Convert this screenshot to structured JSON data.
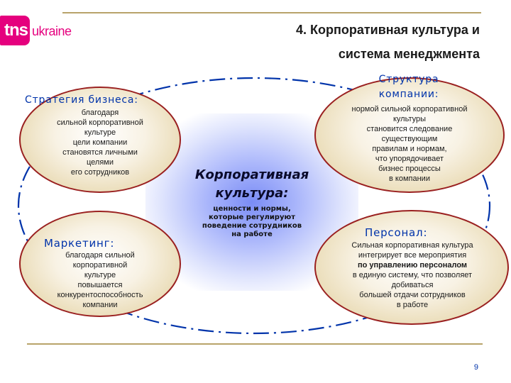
{
  "logo": {
    "prefix": "tns",
    "suffix": "ukraine"
  },
  "title": {
    "line1": "4. Корпоративная культура и",
    "line2": "система менеджмента"
  },
  "center": {
    "title_lines": [
      "Корпоративная",
      "культура:"
    ],
    "body_lines": [
      "ценности и нормы,",
      "которые регулируют",
      "поведение сотрудников",
      "на работе"
    ]
  },
  "strategy": {
    "title": "Стратегия бизнеса:",
    "body_lines": [
      "благодаря",
      "сильной корпоративной",
      "культуре",
      "цели компании",
      "становятся личными",
      "целями",
      "его сотрудников"
    ]
  },
  "structure": {
    "title_lines": [
      "Структура",
      "компании:"
    ],
    "body_lines": [
      "нормой сильной корпоративной",
      "культуры",
      "становится следование",
      "существующим",
      "правилам и нормам,",
      "что упорядочивает",
      "бизнес процессы",
      "в компании"
    ]
  },
  "marketing": {
    "title": "Маркетинг:",
    "body_lines": [
      "благодаря сильной",
      "корпоративной",
      "культуре",
      "повышается",
      "конкурентоспособность",
      "компании"
    ]
  },
  "personnel": {
    "title": "Персонал:",
    "body_lines": [
      "Сильная корпоративная культура",
      "интегрирует все мероприятия",
      "по управлению персоналом",
      "в единую систему, что позволяет",
      "добиваться",
      "большей отдачи сотрудников",
      "в работе"
    ]
  },
  "page_number": "9",
  "colors": {
    "brand": "#e5007e",
    "heading_blue": "#0033aa",
    "oval_border": "#9a2020",
    "rule_gold": "#b8a36a",
    "ring_blue": "#0033aa"
  }
}
